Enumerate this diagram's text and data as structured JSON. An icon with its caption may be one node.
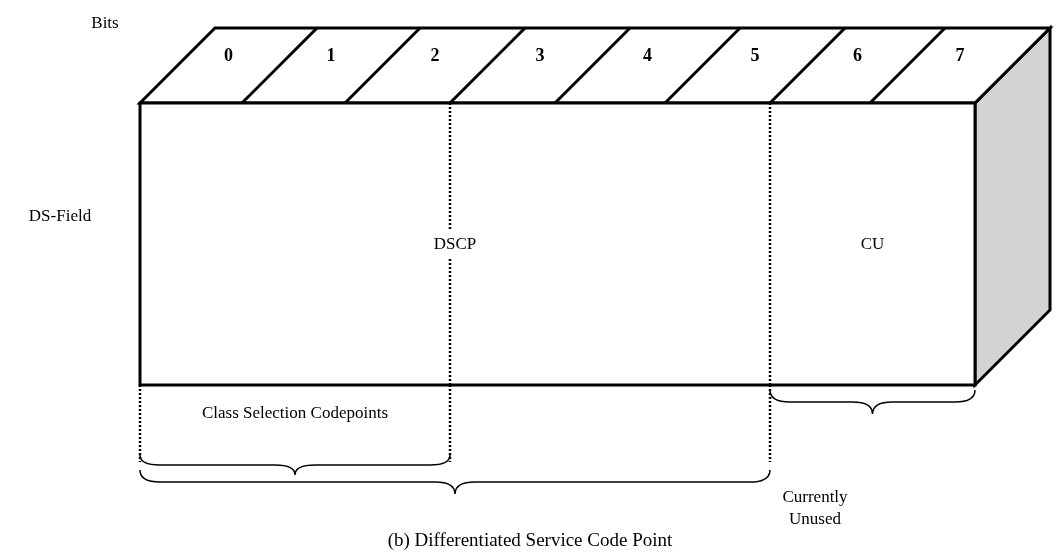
{
  "diagram": {
    "caption": "(b) Differentiated Service Code Point",
    "nodes": [
      {
        "text": [
          "DSCP"
        ]
      },
      {
        "text": [
          "CU"
        ]
      }
    ],
    "labels": [
      "Bits",
      "0",
      "1",
      "2",
      "3",
      "4",
      "5",
      "6",
      "7",
      "DS-Field",
      "Class Selection Codepoints",
      "Currently Unused"
    ]
  }
}
